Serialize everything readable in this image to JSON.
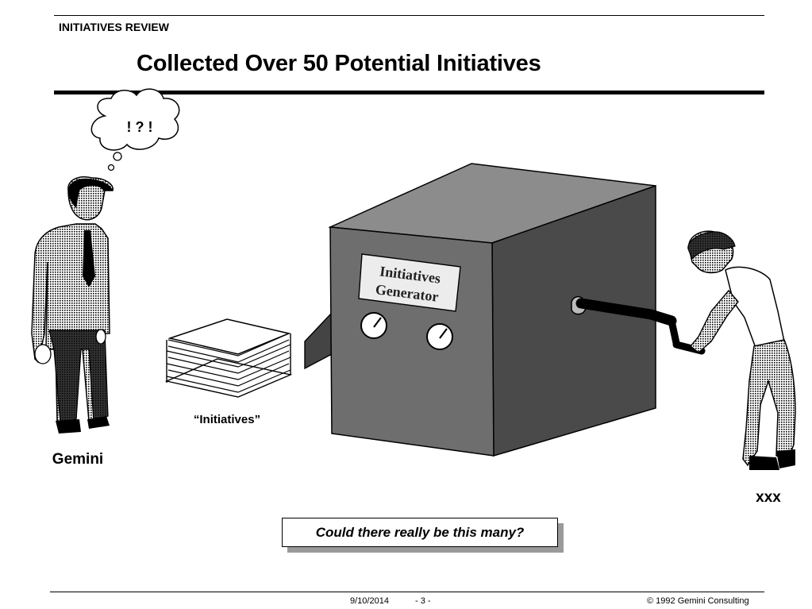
{
  "header": {
    "section_title": "INITIATIVES REVIEW",
    "slide_title": "Collected Over 50 Potential Initiatives"
  },
  "illustration": {
    "thought_bubble_text": "! ? !",
    "machine_sign_line1": "Initiatives",
    "machine_sign_line2": "Generator",
    "stack_caption": "“Initiatives”",
    "left_person_label": "Gemini",
    "right_person_label": "xxx"
  },
  "callout": {
    "text": "Could there really be this many?"
  },
  "footer": {
    "date": "9/10/2014",
    "page": "- 3 -",
    "copyright": "© 1992 Gemini Consulting"
  },
  "colors": {
    "ink": "#000000",
    "machine_front": "#6e6e6e",
    "machine_top": "#8c8c8c",
    "machine_side": "#4a4a4a",
    "callout_shadow": "#9a9a9a"
  }
}
